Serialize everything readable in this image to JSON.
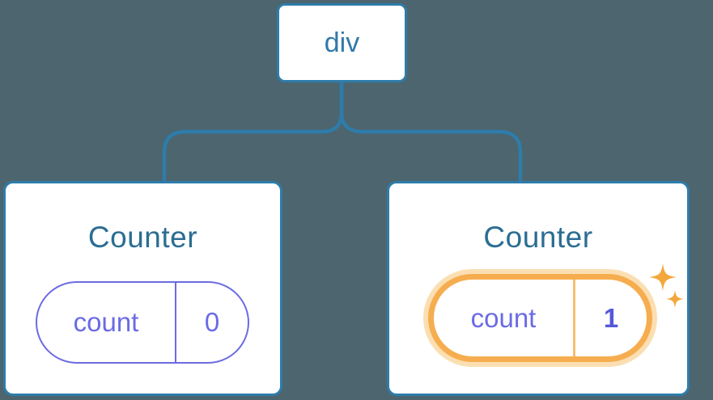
{
  "tree": {
    "root": {
      "label": "div"
    },
    "children": [
      {
        "title": "Counter",
        "state": {
          "key": "count",
          "value": "0"
        },
        "highlighted": false
      },
      {
        "title": "Counter",
        "state": {
          "key": "count",
          "value": "1"
        },
        "highlighted": true
      }
    ]
  },
  "icons": {
    "sparkle": "✦"
  },
  "colors": {
    "background": "#4C656E",
    "card_background": "#FFFFFF",
    "node_border_blue": "#2E7CAB",
    "connector_blue": "#2E7CAB",
    "root_label_blue": "#3279A9",
    "title_blue": "#2B6D92",
    "state_purple": "#6B6BE4",
    "state_value_purple_bold": "#5558D9",
    "highlight_orange": "#F6AD4F",
    "highlight_glow": "#FBDFB2",
    "highlight_divider": "#F8BE6E",
    "sparkle_orange": "#F3A73C"
  }
}
